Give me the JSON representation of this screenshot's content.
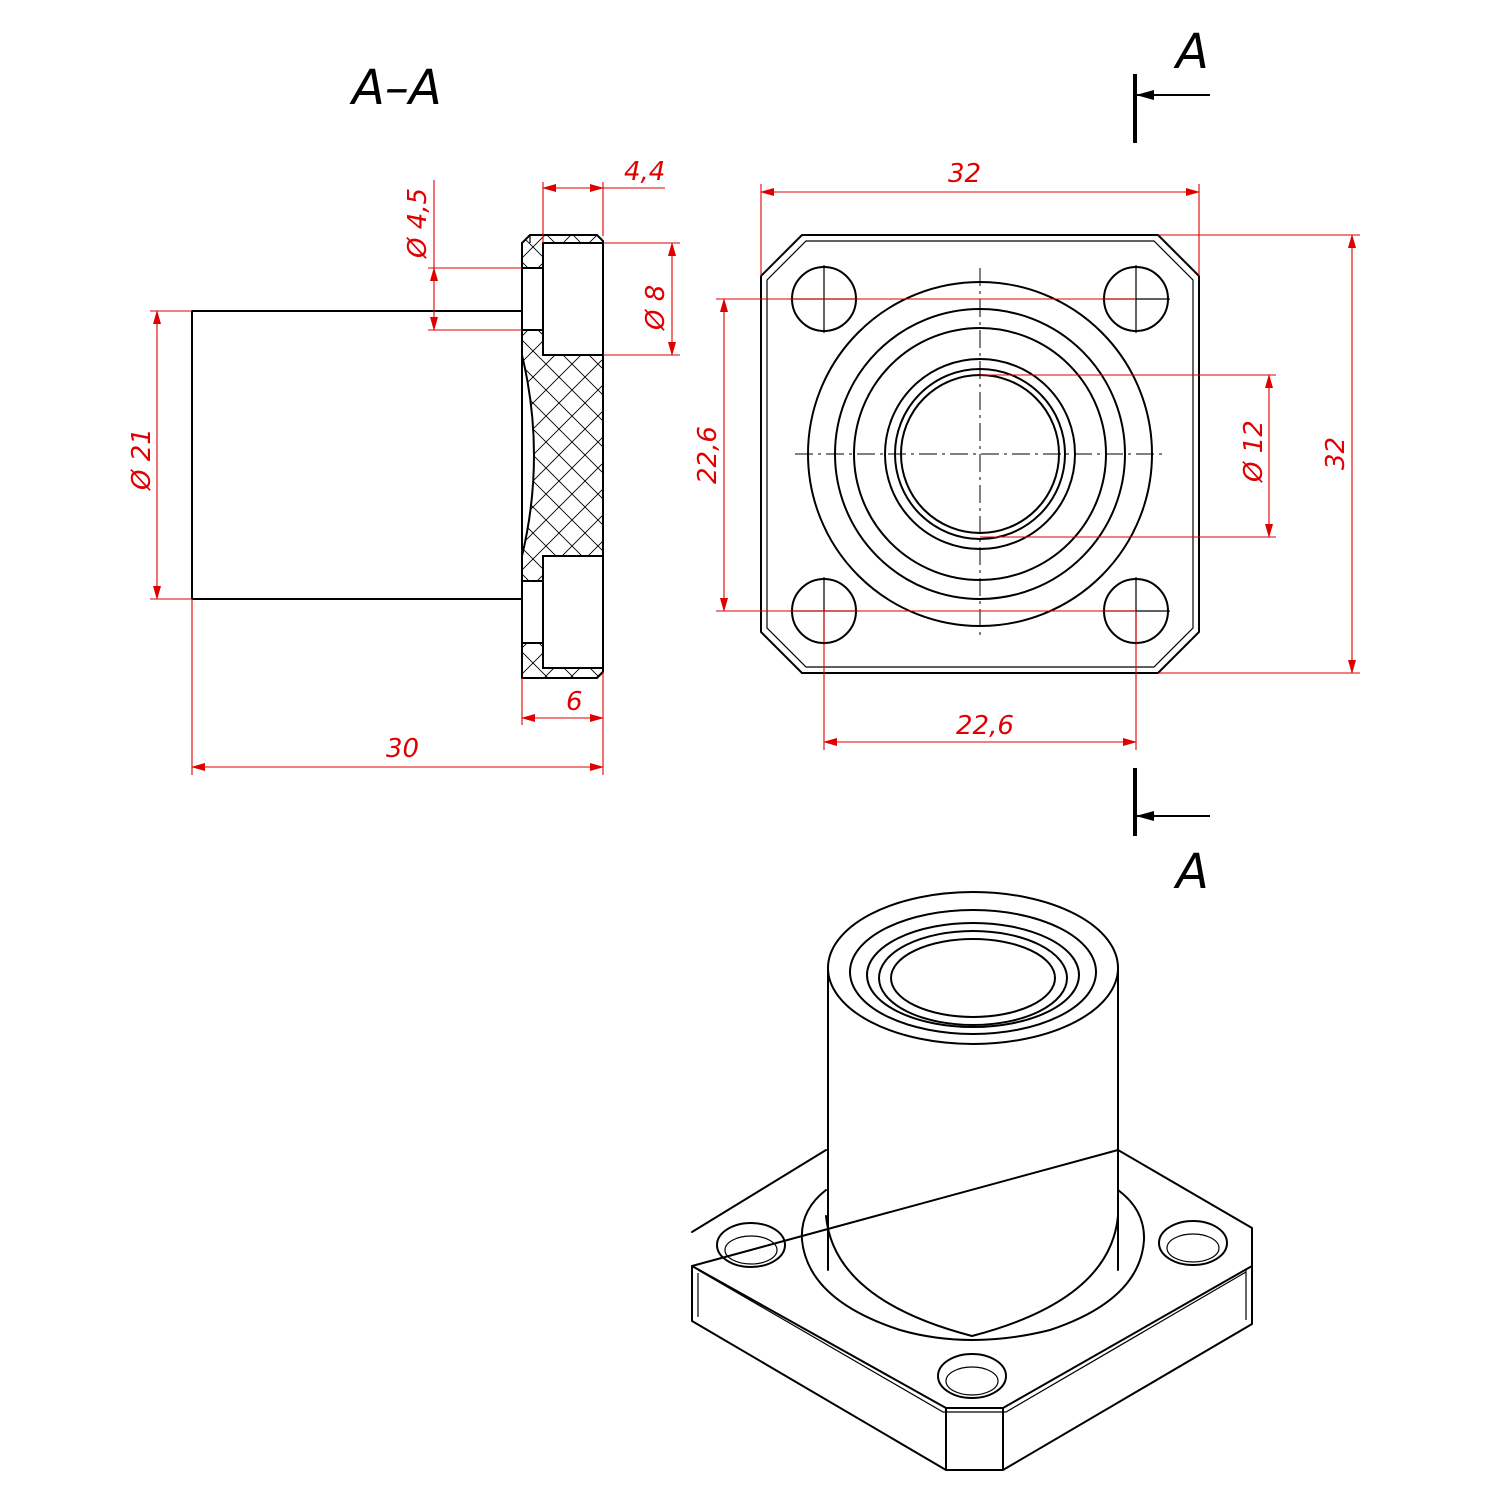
{
  "section_title": "A–A",
  "section_mark_top": "A",
  "section_mark_bottom": "A",
  "dimensions": {
    "flange_thickness": "4,4",
    "bolt_hole_dia": "Ø 4,5",
    "counterbore_dia": "Ø 8",
    "body_dia": "Ø 21",
    "flange_width_section": "6",
    "total_length": "30",
    "flange_width": "32",
    "bolt_spacing_vertical": "22,6",
    "bore_dia": "Ø 12",
    "flange_height": "32",
    "bolt_spacing_horizontal": "22,6"
  },
  "colors": {
    "outline": "#000000",
    "dimension": "#e00000",
    "background": "#ffffff"
  }
}
